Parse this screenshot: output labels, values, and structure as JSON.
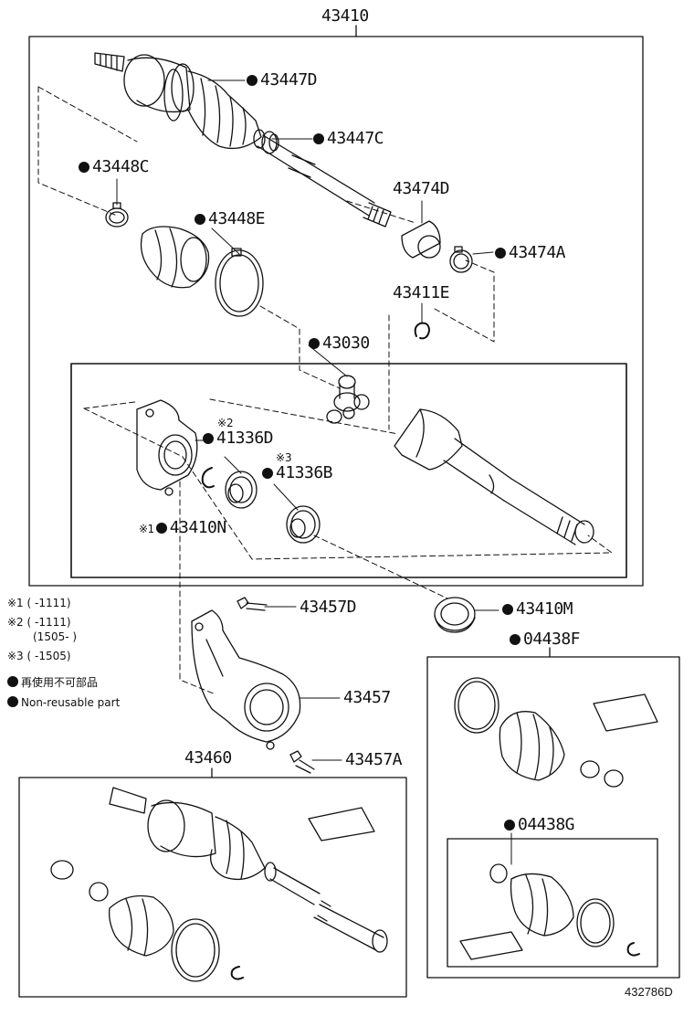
{
  "labels": {
    "assembly_top": "43410",
    "p43447D": "43447D",
    "p43447C": "43447C",
    "p43448C": "43448C",
    "p43448E": "43448E",
    "p43474D": "43474D",
    "p43474A": "43474A",
    "p43411E": "43411E",
    "p43030": "43030",
    "p41336D": "41336D",
    "p41336B": "41336B",
    "p43410N": "43410N",
    "p43457D": "43457D",
    "p43457": "43457",
    "p43457A": "43457A",
    "p43410M": "43410M",
    "p04438F": "04438F",
    "p04438G": "04438G",
    "assembly_bottom": "43460"
  },
  "marks": {
    "note1_mark": "※2",
    "note2_mark": "※3",
    "note3_mark": "※1"
  },
  "footnotes": {
    "n1": "※1 (    -1111)",
    "n2": "※2 (    -1111)",
    "n2b": "(1505-    )",
    "n3": "※3 (    -1505)",
    "legend_ja": "再使用不可部品",
    "legend_en": "Non-reusable part"
  },
  "reference": "432786D",
  "colors": {
    "ink": "#111111",
    "background": "#ffffff"
  }
}
